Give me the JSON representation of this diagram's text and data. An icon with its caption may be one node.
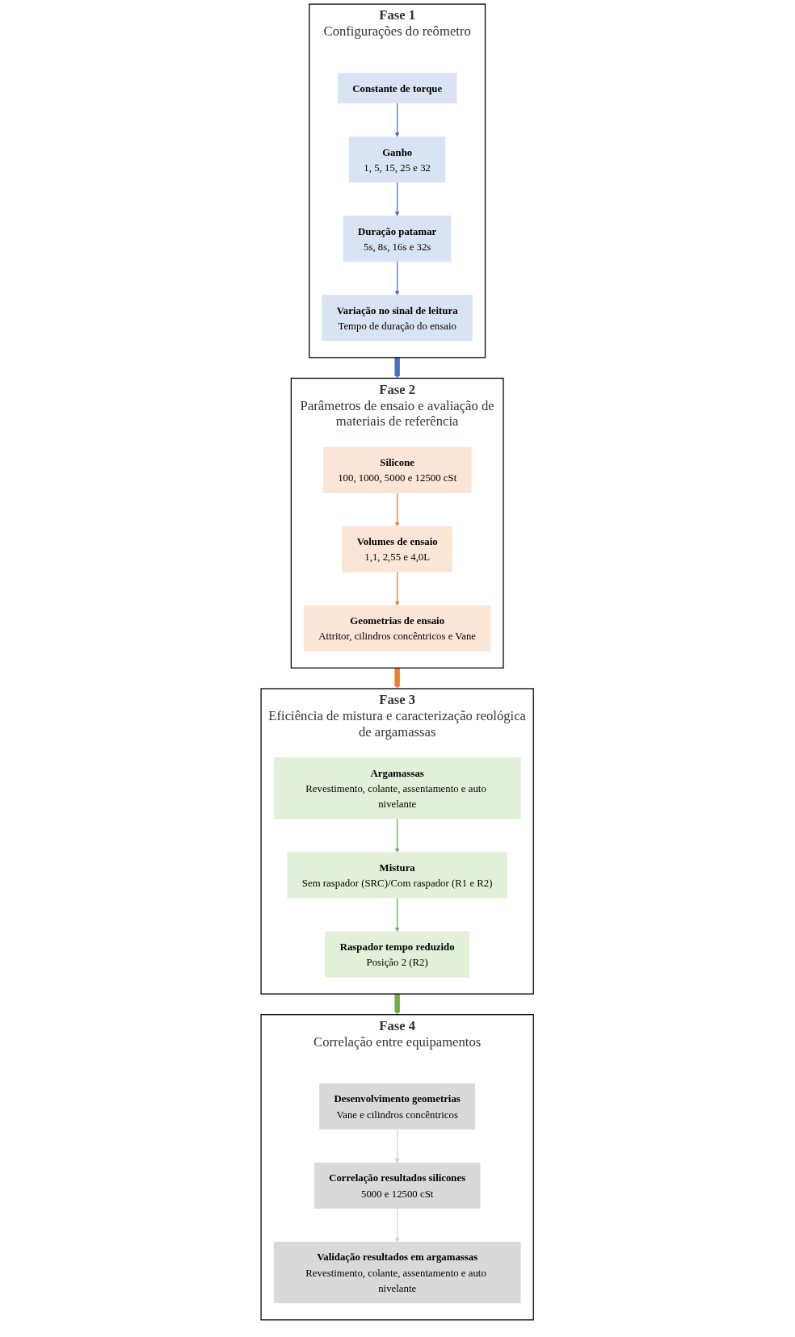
{
  "diagram": {
    "nodes": [
      {
        "text": [
          "Fase 1",
          "Configurações do reômetro"
        ]
      },
      {
        "text": [
          "Constante de torque"
        ],
        "in": 0
      },
      {
        "text": [
          "Ganho",
          "1, 5, 15, 25 e 32"
        ],
        "in": 0
      },
      {
        "text": [
          "Duração patamar",
          "5s, 8s, 16s e 32s"
        ],
        "in": 0
      },
      {
        "text": [
          "Variação no sinal de leitura",
          "Tempo de duração do ensaio"
        ],
        "in": 0
      },
      {
        "text": [
          "Fase 2",
          "Parâmetros de ensaio e avaliação de materiais de referência"
        ]
      },
      {
        "text": [
          "Silicone",
          "100, 1000, 5000 e 12500 cSt"
        ],
        "in": 5
      },
      {
        "text": [
          "Volumes de ensaio",
          "1,1, 2,55 e 4,0L"
        ],
        "in": 5
      },
      {
        "text": [
          "Geometrias de ensaio",
          "Attritor, cilindros concêntricos e Vane"
        ],
        "in": 5
      },
      {
        "text": [
          "Fase 3",
          "Eficiência de mistura e caracterização reológica de argamassas"
        ]
      },
      {
        "text": [
          "Argamassas",
          "Revestimento, colante, assentamento e auto nivelante"
        ],
        "in": 9
      },
      {
        "text": [
          "Mistura",
          "Sem raspador (SRC)/Com raspador (R1 e R2)"
        ],
        "in": 9
      },
      {
        "text": [
          "Raspador tempo reduzido",
          "Posição 2 (R2)"
        ],
        "in": 9
      },
      {
        "text": [
          "Fase 4",
          "Correlação entre equipamentos"
        ]
      },
      {
        "text": [
          "Desenvolvimento geometrias",
          "Vane e cilindros concêntricos"
        ],
        "in": 13
      },
      {
        "text": [
          "Correlação resultados silicones",
          "5000 e 12500 cSt"
        ],
        "in": 13
      },
      {
        "text": [
          "Validação resultados em argamassas",
          "Revestimento, colante, assentamento e auto nivelante"
        ],
        "in": 13
      }
    ],
    "edges": [
      {
        "from": 1,
        "to": 2,
        "arrow": "to",
        "color": "#4472c4"
      },
      {
        "from": 2,
        "to": 3,
        "arrow": "to",
        "color": "#4472c4"
      },
      {
        "from": 3,
        "to": 4,
        "arrow": "to",
        "color": "#4472c4"
      },
      {
        "from": 0,
        "to": 5,
        "arrow": "to",
        "style": "thick",
        "color": "#4472c4"
      },
      {
        "from": 6,
        "to": 7,
        "arrow": "to",
        "color": "#ed7d31"
      },
      {
        "from": 7,
        "to": 8,
        "arrow": "to",
        "color": "#ed7d31"
      },
      {
        "from": 5,
        "to": 9,
        "arrow": "to",
        "style": "thick",
        "color": "#ed7d31"
      },
      {
        "from": 10,
        "to": 11,
        "arrow": "to",
        "color": "#70ad47"
      },
      {
        "from": 11,
        "to": 12,
        "arrow": "to",
        "color": "#70ad47"
      },
      {
        "from": 9,
        "to": 13,
        "arrow": "to",
        "style": "thick",
        "color": "#70ad47"
      },
      {
        "from": 14,
        "to": 15,
        "arrow": "to",
        "color": "#d0d0d0"
      },
      {
        "from": 15,
        "to": 16,
        "arrow": "to",
        "color": "#d0d0d0"
      }
    ]
  }
}
